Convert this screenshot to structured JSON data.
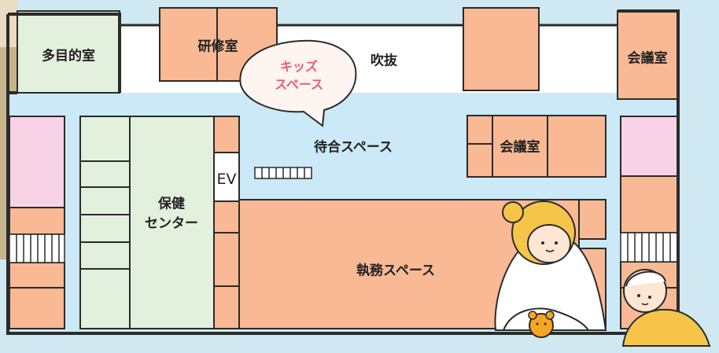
{
  "rooms": {
    "multipurpose": "多目的室",
    "training": "研修室",
    "atrium": "吹抜",
    "meeting_top": "会議室",
    "kids_line1": "キッズ",
    "kids_line2": "スペース",
    "waiting": "待合スペース",
    "meeting_mid": "会議室",
    "elevator": "EV",
    "health_line1": "保健",
    "health_line2": "センター",
    "office": "執務スペース"
  },
  "colors": {
    "background": "#cfe8f1",
    "corridor": "#cbe9f6",
    "room_orange": "#f8b994",
    "room_green": "#e3f0dd",
    "room_pink": "#f8d3e6",
    "outline": "#2b2b2b",
    "kids_text": "#ea5b7a"
  }
}
